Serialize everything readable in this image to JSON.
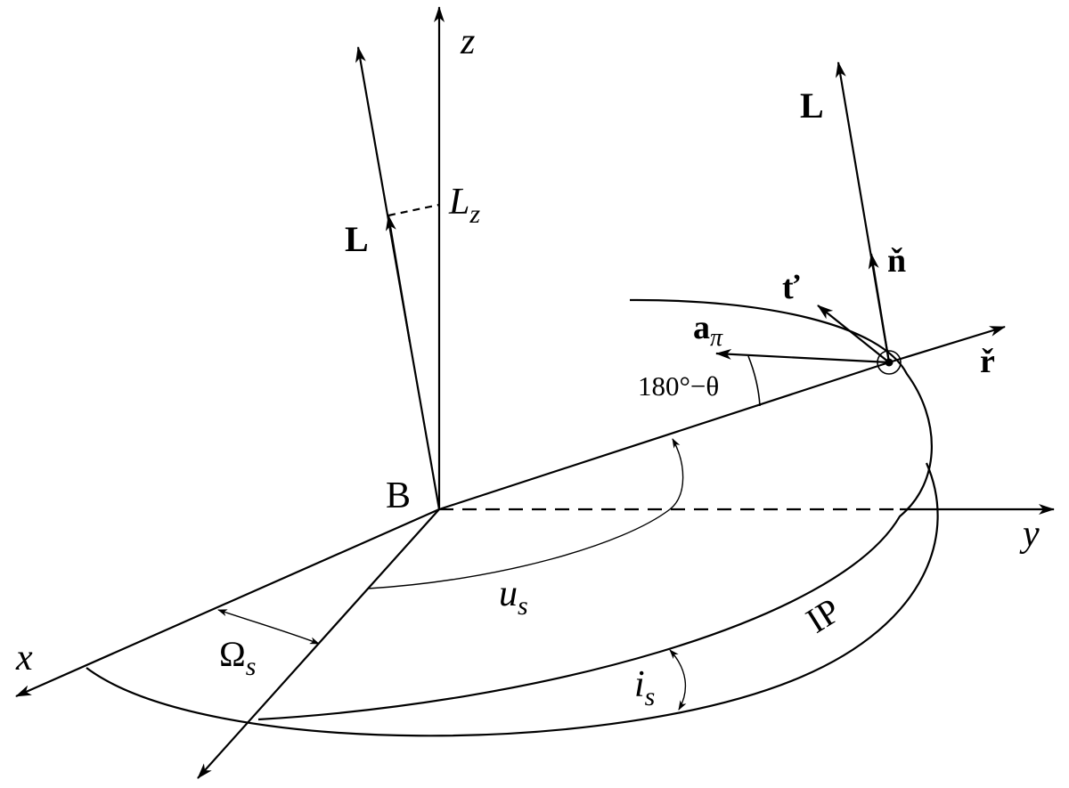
{
  "labels": {
    "z_axis": "z",
    "y_axis": "y",
    "x_axis": "x",
    "origin": "B",
    "L_left": "L",
    "Lz_main": "L",
    "Lz_sub": "z",
    "L_right": "L",
    "t_hat": "ť",
    "n_hat": "ň",
    "r_hat": "ř",
    "a_pi_main": "a",
    "a_pi_sub": "π",
    "angle_text": "180°−θ",
    "u_main": "u",
    "u_sub": "s",
    "omega_main": "Ω",
    "omega_sub": "s",
    "i_main": "i",
    "i_sub": "s",
    "IP": "IP"
  },
  "colors": {
    "ink": "#000000",
    "background": "#ffffff"
  }
}
